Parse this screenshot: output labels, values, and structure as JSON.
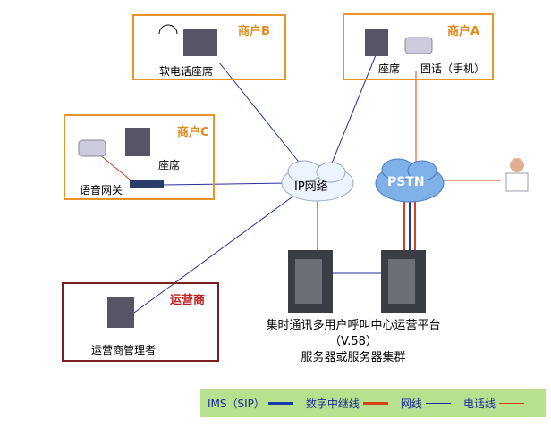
{
  "merchants": {
    "b": {
      "title": "商户B",
      "seat": "软电话座席"
    },
    "a": {
      "title": "商户A",
      "seat": "座席",
      "phone": "固话（手机）"
    },
    "c": {
      "title": "商户C",
      "seat": "座席",
      "gateway": "语音网关"
    }
  },
  "operator": {
    "title": "运营商",
    "admin": "运营商管理者"
  },
  "clouds": {
    "ip": "IP网络",
    "pstn": "PSTN"
  },
  "platform": {
    "line1": "集时通讯多用户呼叫中心运营平台",
    "line2": "（V.58）",
    "line3": "服务器或服务器集群"
  },
  "legend": {
    "items": [
      {
        "label": "IMS（SIP）",
        "color": "#1a3aa8"
      },
      {
        "label": "数字中继线",
        "color": "#d8401a"
      },
      {
        "label": "网线",
        "color": "#1a2a9a"
      },
      {
        "label": "电话线",
        "color": "#d8401a"
      }
    ]
  },
  "colors": {
    "merchant_border": "#e8942a",
    "operator_border": "#7a1e1e",
    "legend_bg": "#b7e08f"
  }
}
